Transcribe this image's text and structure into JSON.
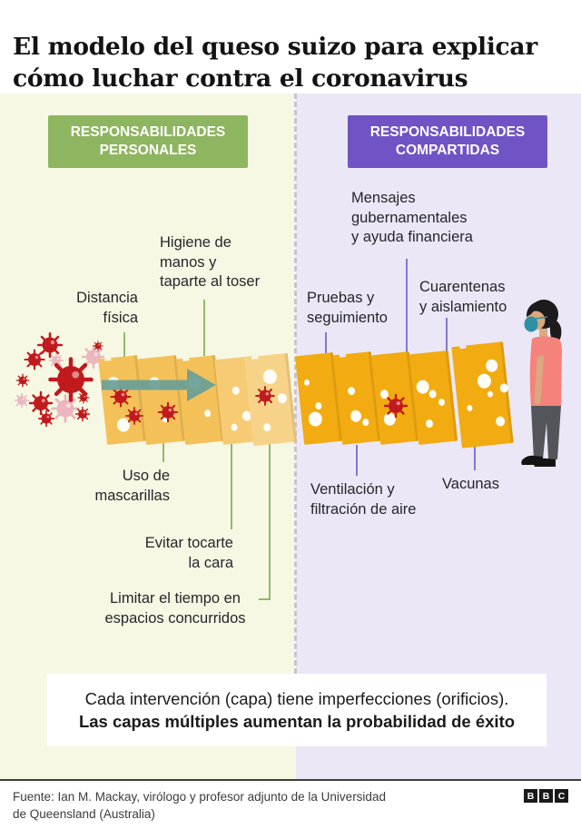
{
  "title": "El modelo del queso suizo para explicar\ncómo luchar contra el coronavirus",
  "badges": {
    "personal": "RESPONSABILIDADES\nPERSONALES",
    "shared": "RESPONSABILIDADES\nCOMPARTIDAS"
  },
  "labels": {
    "distancia": "Distancia\nfísica",
    "higiene": "Higiene de\nmanos y\ntaparte al toser",
    "mascarillas": "Uso de\nmascarillas",
    "evitar": "Evitar tocarte\nla cara",
    "limitar": "Limitar el tiempo en\nespacios concurridos",
    "pruebas": "Pruebas y\nseguimiento",
    "mensajes": "Mensajes\ngubernamentales\ny ayuda financiera",
    "cuarentenas": "Cuarentenas\ny aislamiento",
    "ventilacion": "Ventilación y\nfiltración de aire",
    "vacunas": "Vacunas"
  },
  "note": {
    "line1": "Cada intervención (capa) tiene imperfecciones (orificios).",
    "line2": "Las capas múltiples aumentan la probabilidad de éxito"
  },
  "footer": {
    "source": "Fuente: Ian M. Mackay, virólogo y profesor adjunto de la Universidad\nde Queensland (Australia)",
    "logo": [
      "B",
      "B",
      "C"
    ]
  },
  "icons": {
    "virus": "virus-icon",
    "cheese_slice": "cheese-slice",
    "arrow": "arrow-icon",
    "person": "person-figure",
    "bbc_logo": "bbc-logo"
  },
  "colors": {
    "bg_left": "#f7f8e4",
    "bg_right": "#ebe7f6",
    "badge_green": "#8eb55f",
    "badge_purple": "#7053c5",
    "line_green": "#8fba68",
    "line_purple": "#8477d6",
    "cheese_left": "#f4c158",
    "cheese_left_mid": "#f6cb74",
    "cheese_left_far": "#f7d38a",
    "cheese_right": "#f2ab10",
    "arrow_teal": "#6ba097",
    "virus_red": "#c11a1d",
    "virus_pink": "#eab6bf",
    "text_dark": "#25262a",
    "divider_dash": "#c8c2d0",
    "footer_rule": "#3d3d3d",
    "footer_text": "#3c3c3c",
    "note_bg": "#ffffff",
    "hole": "#fffdf5"
  }
}
